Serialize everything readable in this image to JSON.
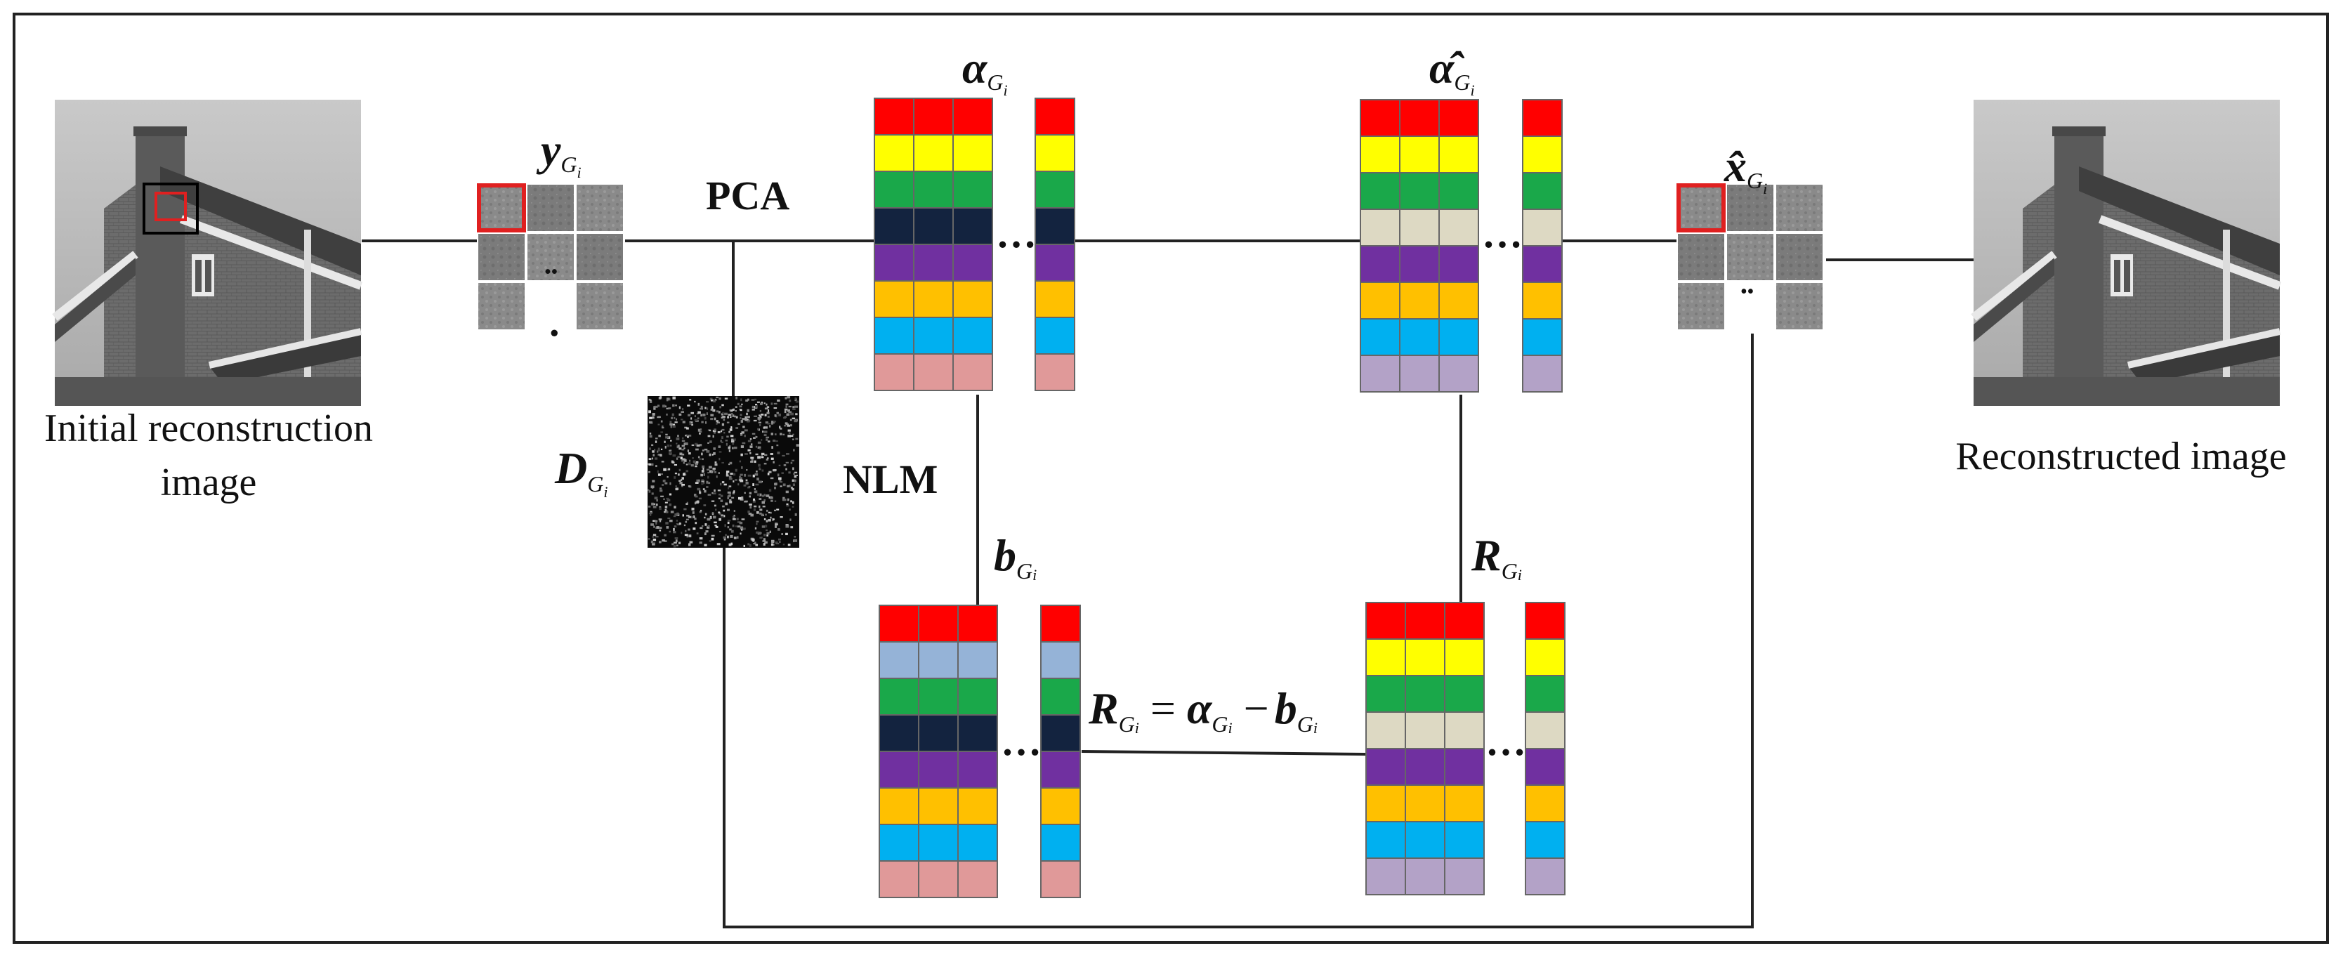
{
  "labels": {
    "initial_line1": "Initial reconstruction",
    "initial_line2": "image",
    "reconstructed": "Reconstructed image",
    "pca": "PCA",
    "nlm": "NLM",
    "dots": "…",
    "dots2": "¨",
    "dot": "."
  },
  "math": {
    "y": "y",
    "alpha": "α",
    "alpha_hat": "α̂",
    "x_hat": "x̂",
    "D": "D",
    "b": "b",
    "R": "R",
    "G": "G",
    "i": "i",
    "eq": "=",
    "minus": "−"
  },
  "colors": {
    "alpha": [
      "#ff0000",
      "#ffff00",
      "#1aa84a",
      "#13233f",
      "#7030a0",
      "#ffc000",
      "#00b0f0",
      "#e09999"
    ],
    "alpha_hat": [
      "#ff0000",
      "#ffff00",
      "#1aa84a",
      "#ddd9c3",
      "#7030a0",
      "#ffc000",
      "#00b0f0",
      "#b3a2c7"
    ],
    "b": [
      "#ff0000",
      "#95b3d7",
      "#1aa84a",
      "#13233f",
      "#7030a0",
      "#ffc000",
      "#00b0f0",
      "#e09999"
    ],
    "R": [
      "#ff0000",
      "#ffff00",
      "#1aa84a",
      "#ddd9c3",
      "#7030a0",
      "#ffc000",
      "#00b0f0",
      "#b3a2c7"
    ],
    "highlight": "#e02020",
    "line": "#222222"
  }
}
